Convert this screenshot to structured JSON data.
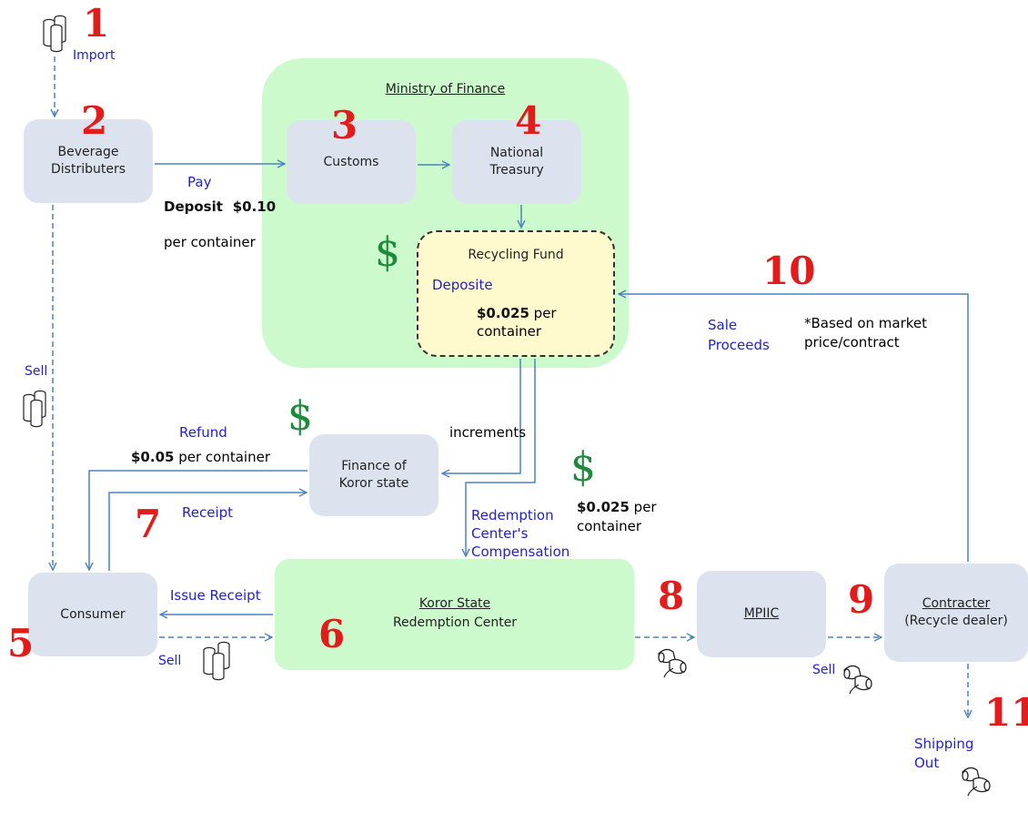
{
  "numbers": [
    "1",
    "2",
    "3",
    "4",
    "5",
    "6",
    "7",
    "8",
    "9",
    "10",
    "11"
  ],
  "dollar_sign": "$",
  "boxes": {
    "beverage": "Beverage\nDistributers",
    "customs": "Customs",
    "treasury": "National\nTreasury",
    "finance_koror": "Finance of\nKoror state",
    "consumer": "Consumer",
    "mpiic": "MPIIC",
    "contracter_title": "Contracter",
    "contracter_sub": "(Recycle dealer)",
    "redemption_title": "Koror State",
    "redemption_sub": "Redemption Center",
    "fund_title": "Recycling Fund",
    "ministry_title": "Ministry of Finance"
  },
  "labels": {
    "import": "Import",
    "pay": "Pay",
    "deposit_word": "Deposit",
    "deposit_amount": "$0.10",
    "per_container": "per container",
    "deposite": "Deposite",
    "fund_amount": "$0.025",
    "fund_per": "per",
    "fund_container": "container",
    "sell_left": "Sell",
    "refund": "Refund",
    "refund_amount": "$0.05",
    "refund_per": "per container",
    "receipt": "Receipt",
    "increments": "increments",
    "rc_amount": "$0.025",
    "rc_per": "per",
    "rc_container": "container",
    "redemption_comp_1": "Redemption",
    "redemption_comp_2": "Center's",
    "redemption_comp_3": "Compensation",
    "issue_receipt": "Issue Receipt",
    "sell_bottom": "Sell",
    "sell_right": "Sell",
    "sale": "Sale",
    "proceeds": "Proceeds",
    "market_1": "*Based on market",
    "market_2": "price/contract",
    "shipping": "Shipping",
    "out": "Out"
  },
  "colors": {
    "box_fill": "#dde3ee",
    "ministry_fill": "#ccfacc",
    "fund_fill": "#fffacd",
    "arrow": "#4f81bd",
    "number_red": "#e21b1b",
    "dollar_green": "#1e8a3c",
    "label_blue": "#2323c8"
  },
  "icons": [
    "cans-icon",
    "crushed-cans-icon"
  ]
}
